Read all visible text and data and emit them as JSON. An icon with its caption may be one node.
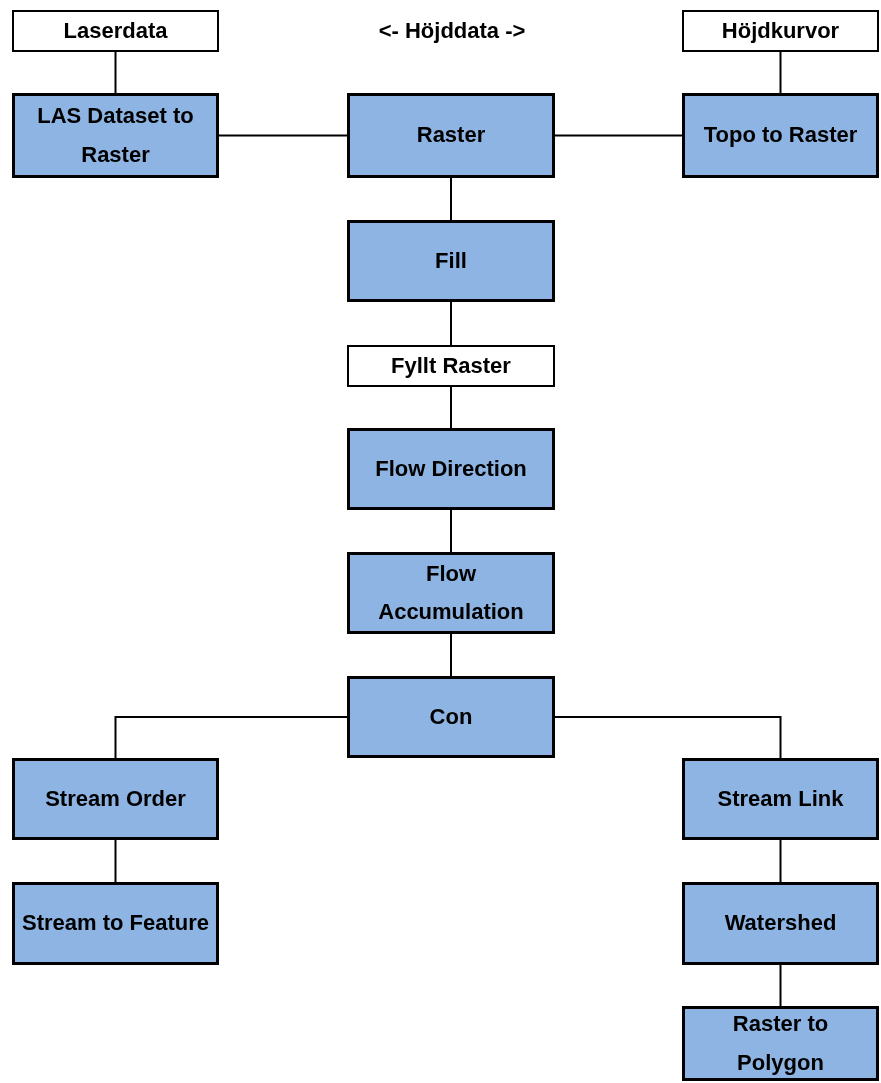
{
  "diagram": {
    "nodes": [
      {
        "text": [
          "Laserdata"
        ]
      },
      {
        "text": [
          "Höjdkurvor"
        ]
      },
      {
        "text": [
          "LAS Dataset to Raster"
        ]
      },
      {
        "text": [
          "Raster"
        ]
      },
      {
        "text": [
          "Topo to Raster"
        ]
      },
      {
        "text": [
          "Fill"
        ]
      },
      {
        "text": [
          "Fyllt Raster"
        ]
      },
      {
        "text": [
          "Flow Direction"
        ]
      },
      {
        "text": [
          "Flow Accumulation"
        ]
      },
      {
        "text": [
          "Con"
        ]
      },
      {
        "text": [
          "Stream Order"
        ]
      },
      {
        "text": [
          "Stream to Feature"
        ]
      },
      {
        "text": [
          "Stream Link"
        ]
      },
      {
        "text": [
          "Watershed"
        ]
      },
      {
        "text": [
          "Raster to Polygon"
        ]
      }
    ],
    "edges": [
      {
        "from": 0,
        "to": 2,
        "arrow": "none"
      },
      {
        "from": 1,
        "to": 4,
        "arrow": "none"
      },
      {
        "from": 2,
        "to": 3,
        "arrow": "none"
      },
      {
        "from": 3,
        "to": 4,
        "arrow": "none"
      },
      {
        "from": 3,
        "to": 5,
        "arrow": "none"
      },
      {
        "from": 5,
        "to": 6,
        "arrow": "none"
      },
      {
        "from": 6,
        "to": 7,
        "arrow": "none"
      },
      {
        "from": 7,
        "to": 8,
        "arrow": "none"
      },
      {
        "from": 8,
        "to": 9,
        "arrow": "none"
      },
      {
        "from": 9,
        "to": 10,
        "arrow": "none"
      },
      {
        "from": 9,
        "to": 12,
        "arrow": "none"
      },
      {
        "from": 10,
        "to": 11,
        "arrow": "none"
      },
      {
        "from": 12,
        "to": 13,
        "arrow": "none"
      },
      {
        "from": 13,
        "to": 14,
        "arrow": "none"
      }
    ],
    "labels": [
      "<- Höjddata ->"
    ]
  }
}
